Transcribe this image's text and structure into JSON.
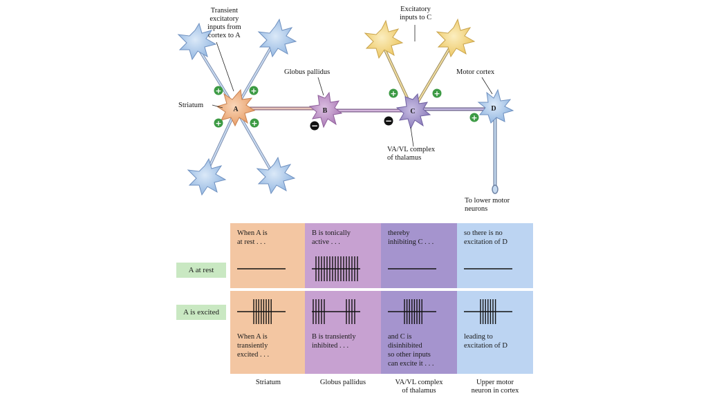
{
  "labels": {
    "transient_inputs": "Transient\nexcitatory\ninputs from\ncortex to A",
    "striatum_arrow": "Striatum",
    "globus_pallidus_top": "Globus pallidus",
    "excitatory_inputs_c": "Excitatory\ninputs to C",
    "motor_cortex": "Motor cortex",
    "va_vl_top": "VA/VL complex\nof thalamus",
    "to_lower_motor": "To lower motor\nneurons"
  },
  "neurons": {
    "a": "A",
    "b": "B",
    "c": "C",
    "d": "D"
  },
  "signs": {
    "plus": "+",
    "minus": "−"
  },
  "row_tags": {
    "rest": "A at rest",
    "excited": "A is excited"
  },
  "panels": [
    {
      "top_text": "When A is\nat rest . . .",
      "bottom_text": "When A is\ntransiently\nexcited . . .",
      "caption": "Striatum",
      "color": "#f3c6a2",
      "rest_spikes": 0,
      "excited_spikes": 8
    },
    {
      "top_text": "B is tonically\nactive . . .",
      "bottom_text": "B is transiently\ninhibited . . .",
      "caption": "Globus pallidus",
      "color": "#c7a1d1",
      "rest_spikes": 16,
      "excited_spikes": 9
    },
    {
      "top_text": "thereby\ninhibiting C . . .",
      "bottom_text": "and C is\ndisinhibited\nso other inputs\ncan excite it . . .",
      "caption": "VA/VL complex\nof thalamus",
      "color": "#a594ce",
      "rest_spikes": 0,
      "excited_spikes": 8
    },
    {
      "top_text": "so there is no\nexcitation of D",
      "bottom_text": "leading to\nexcitation of D",
      "caption": "Upper motor\nneuron in cortex",
      "color": "#bcd4f2",
      "rest_spikes": 0,
      "excited_spikes": 7
    }
  ],
  "colors": {
    "blue_neuron": "#a9c8ea",
    "yellow_neuron": "#f5dc8c",
    "orange_neuron": "#f2b487",
    "purple_neuron": "#b98bc1",
    "violet_neuron": "#9f8fc7",
    "plus_badge": "#3c9a44",
    "minus_badge": "#111111",
    "row_tag": "#c9e8c2"
  }
}
